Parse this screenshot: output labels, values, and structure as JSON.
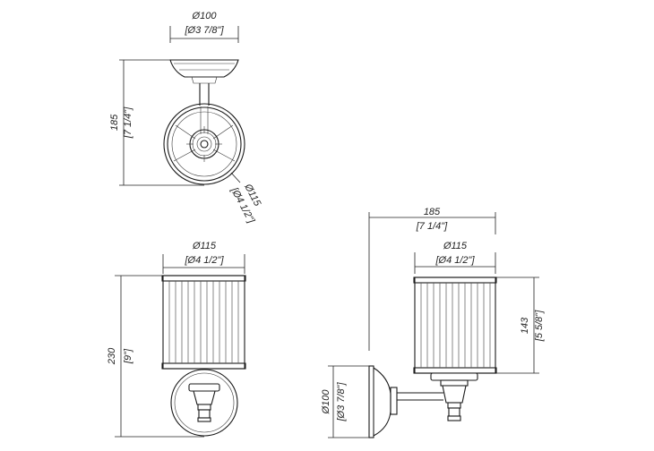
{
  "colors": {
    "line": "#1a1a1a",
    "dimension": "#222222",
    "background": "#ffffff"
  },
  "top_view": {
    "base_diameter": {
      "mm": "Ø100",
      "inch": "[Ø3 7/8\"]"
    },
    "height": {
      "mm": "185",
      "inch": "[7 1/4\"]"
    },
    "shade_diameter": {
      "mm": "Ø115",
      "inch": "[Ø4 1/2\"]"
    }
  },
  "front_view": {
    "shade_diameter": {
      "mm": "Ø115",
      "inch": "[Ø4 1/2\"]"
    },
    "height": {
      "mm": "230",
      "inch": "[9\"]"
    }
  },
  "side_view": {
    "projection": {
      "mm": "185",
      "inch": "[7 1/4\"]"
    },
    "shade_diameter": {
      "mm": "Ø115",
      "inch": "[Ø4 1/2\"]"
    },
    "shade_height": {
      "mm": "143",
      "inch": "[5 5/8\"]"
    },
    "base_diameter": {
      "mm": "Ø100",
      "inch": "[Ø3 7/8\"]"
    }
  }
}
